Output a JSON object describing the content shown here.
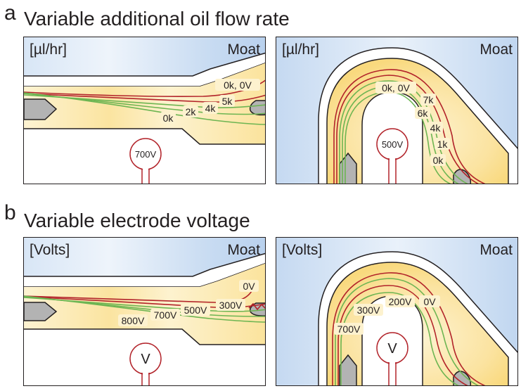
{
  "figure": {
    "section_a": {
      "letter": "a",
      "title": "Variable additional oil flow rate",
      "left_panel": {
        "unit_label": "[µl/hr]",
        "moat_label": "Moat",
        "electrode_label": "700V",
        "curve_labels": [
          "0k, 0V",
          "5k",
          "4k",
          "2k",
          "0k"
        ]
      },
      "right_panel": {
        "unit_label": "[µl/hr]",
        "moat_label": "Moat",
        "electrode_label": "500V",
        "curve_labels": [
          "0k, 0V",
          "7k",
          "6k",
          "4k",
          "1k",
          "0k"
        ]
      }
    },
    "section_b": {
      "letter": "b",
      "title": "Variable electrode voltage",
      "left_panel": {
        "unit_label": "[Volts]",
        "moat_label": "Moat",
        "electrode_label": "V",
        "curve_labels": [
          "0V",
          "300V",
          "500V",
          "700V",
          "800V"
        ]
      },
      "right_panel": {
        "unit_label": "[Volts]",
        "moat_label": "Moat",
        "electrode_label": "V",
        "curve_labels": [
          "0V",
          "200V",
          "300V",
          "700V"
        ]
      }
    },
    "colors": {
      "moat_blue": "#c6dbf2",
      "oil_yellow": "#fbe6a5",
      "curve_red": "#b2232a",
      "curve_green": "#6db552",
      "obstacle_gray": "#b3b3b3",
      "outline": "#231f20"
    }
  }
}
